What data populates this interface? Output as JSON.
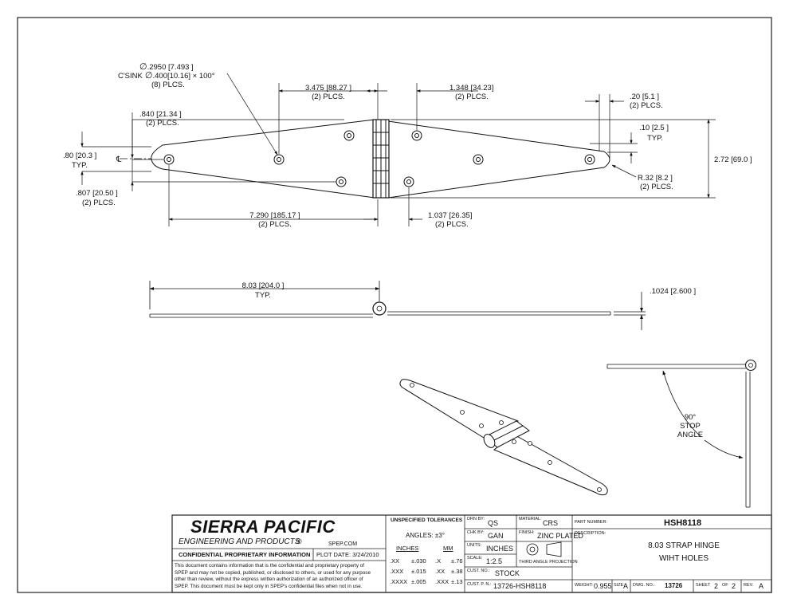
{
  "dims": {
    "csink_hole": ".2950 [7.493 ]",
    "csink_spec": "C'SINK",
    "csink_spec_value": ".400[10.16] × 100°",
    "csink_count": "(8) PLCS.",
    "d3475": "3.475 [88.27 ]",
    "d3475_plcs": "(2) PLCS.",
    "d1348": "1.348 [34.23]",
    "d1348_plcs": "(2) PLCS.",
    "d20": ".20 [5.1 ]",
    "d20_plcs": "(2) PLCS.",
    "d840": ".840 [21.34 ]",
    "d840_plcs": "(2) PLCS.",
    "d10": ".10 [2.5 ]",
    "d10_typ": "TYP.",
    "d80": ".80 [20.3 ]",
    "d80_typ": "TYP.",
    "d272": "2.72 [69.0 ]",
    "r32": "R.32 [8.2 ]",
    "r32_plcs": "(2) PLCS.",
    "d807": ".807 [20.50 ]",
    "d807_plcs": "(2) PLCS.",
    "d7290": "7.290 [185.17 ]",
    "d7290_plcs": "(2) PLCS.",
    "d1037": "1.037 [26.35]",
    "d1037_plcs": "(2) PLCS.",
    "d803": "8.03 [204.0 ]",
    "d803_typ": "TYP.",
    "d1024": ".1024 [2.600 ]",
    "stop_deg": "90°",
    "stop_line1": "STOP",
    "stop_line2": "ANGLE"
  },
  "title_block": {
    "company": "SIERRA PACIFIC",
    "company_sub": "ENGINEERING AND PRODUCTS",
    "website": "SPEP.COM",
    "confidential": "CONFIDENTIAL PROPRIETARY INFORMATION",
    "plot_date": "PLOT DATE: 3/24/2010",
    "disclaimer": [
      "This document contains information that is the confidential and proprietary property of",
      "SPEP and may not be copied, published, or disclosed to others, or used for any purpose",
      "other than review, without the express written authorization of an authorized officer of",
      "SPEP. This document must be kept only in SPEP's confidential files when not in use."
    ],
    "tol_title": "UNSPECIFIED TOLERANCES",
    "angles": "ANGLES: ±3°",
    "inches": "INCHES",
    "mm": "MM",
    "tol_rows": [
      [
        ".XX",
        "±.030",
        ".X",
        "±.76"
      ],
      [
        ".XXX",
        "±.015",
        ".XX",
        "±.38"
      ],
      [
        ".XXXX",
        "±.005",
        ".XXX",
        "±.13"
      ]
    ],
    "drn_by_label": "DRN BY:",
    "drn_by": "QS",
    "chk_by_label": "CHK BY:",
    "chk_by": "GAN",
    "units_label": "UNITS:",
    "units": "INCHES",
    "scale_label": "SCALE:",
    "scale": "1:2.5",
    "cust_no_label": "CUST. NO.:",
    "cust_no": "STOCK",
    "cust_pn_label": "CUST. P. N.:",
    "cust_pn": "13726-HSH8118",
    "material_label": "MATERIAL:",
    "material": "CRS",
    "finish_label": "FINISH:",
    "finish": "ZINC PLATED",
    "projection": "THIRD ANGLE PROJECTION",
    "part_number_label": "PART NUMBER:",
    "part_number": "HSH8118",
    "description_label": "DESCRIPTION:",
    "description": [
      "8.03 STRAP HINGE",
      "WIHT HOLES"
    ],
    "weight_label": "WEIGHT:",
    "weight": "0.955",
    "size_label": "SIZE:",
    "size": "A",
    "dwg_no_label": "DWG. NO.:",
    "dwg_no": "13726",
    "sheet_label": "SHEET",
    "sheet": "2",
    "of_label": "OF",
    "sheets": "2",
    "rev_label": "REV.",
    "rev": "A"
  }
}
